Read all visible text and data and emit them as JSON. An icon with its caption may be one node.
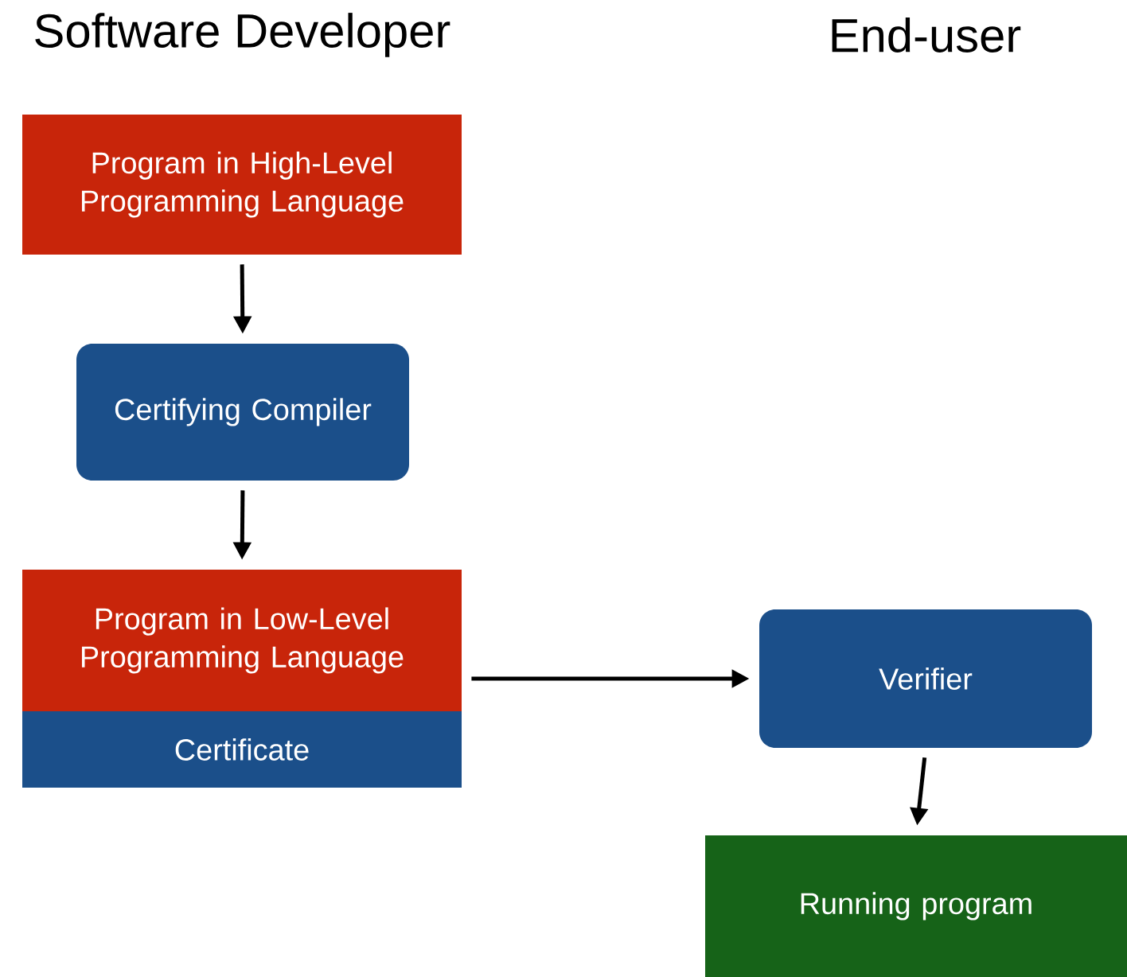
{
  "diagram": {
    "nodes": [
      {
        "text": [
          "Program in High-Level Programming Language"
        ]
      },
      {
        "text": [
          "Certifying Compiler"
        ]
      },
      {
        "text": [
          "Program in Low-Level Programming Language"
        ]
      },
      {
        "text": [
          "Certificate"
        ]
      },
      {
        "text": [
          "Verifier"
        ]
      },
      {
        "text": [
          "Running program"
        ]
      }
    ],
    "edges": [
      {
        "from": 0,
        "to": 1,
        "arrow": "to"
      },
      {
        "from": 1,
        "to": 2,
        "arrow": "to"
      },
      {
        "from": 2,
        "to": 4,
        "arrow": "to"
      },
      {
        "from": 4,
        "to": 5,
        "arrow": "to"
      }
    ],
    "labels": [
      "Software Developer",
      "End-user"
    ]
  }
}
